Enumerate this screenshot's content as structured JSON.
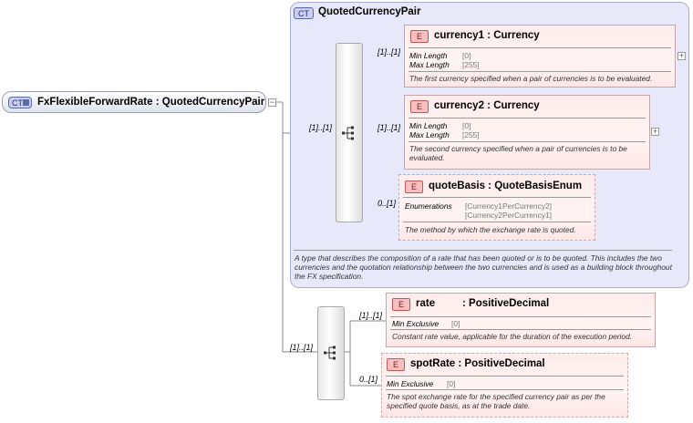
{
  "root": {
    "badge": "CT",
    "label": "FxFlexibleForwardRate : QuotedCurrencyPair"
  },
  "group": {
    "badge": "CT",
    "title": "QuotedCurrencyPair",
    "description": "A type that describes the composition of a rate that has been quoted or is to be quoted. This includes the two currencies and the quotation relationship between the two currencies and is used as a building block throughout the FX specification."
  },
  "elements": {
    "currency1": {
      "badge": "E",
      "title": "currency1  : Currency",
      "cardinality": "[1]..[1]",
      "facets": [
        {
          "label": "Min Length",
          "value": "[0]"
        },
        {
          "label": "Max Length",
          "value": "[255]"
        }
      ],
      "description": "The first currency specified when a pair of currencies is to be evaluated."
    },
    "currency2": {
      "badge": "E",
      "title": "currency2  : Currency",
      "cardinality": "[1]..[1]",
      "facets": [
        {
          "label": "Min Length",
          "value": "[0]"
        },
        {
          "label": "Max Length",
          "value": "[255]"
        }
      ],
      "description": "The second currency specified when a pair of currencies is to be evaluated."
    },
    "quoteBasis": {
      "badge": "E",
      "title": "quoteBasis  : QuoteBasisEnum",
      "cardinality": "0..[1]",
      "facet_label": "Enumerations",
      "enumerations": [
        "[Currency1PerCurrency2]",
        "[Currency2PerCurrency1]"
      ],
      "description": "The method by which the exchange rate is quoted."
    },
    "rate": {
      "badge": "E",
      "name": "rate",
      "type": ": PositiveDecimal",
      "cardinality": "[1]..[1]",
      "facets": [
        {
          "label": "Min Exclusive",
          "value": "[0]"
        }
      ],
      "description": "Constant rate value, applicable for the duration of the execution period."
    },
    "spotRate": {
      "badge": "E",
      "title": "spotRate  : PositiveDecimal",
      "cardinality": "0..[1]",
      "facets": [
        {
          "label": "Min Exclusive",
          "value": "[0]"
        }
      ],
      "description": "The spot exchange rate for the specified currency pair as per the specified quote basis, as at the trade date."
    }
  },
  "sequences": {
    "inner_cardinality": "[1]..[1]",
    "outer_cardinality": "[1]..[1]"
  },
  "toggles": {
    "collapse": "−",
    "expand": "+"
  }
}
